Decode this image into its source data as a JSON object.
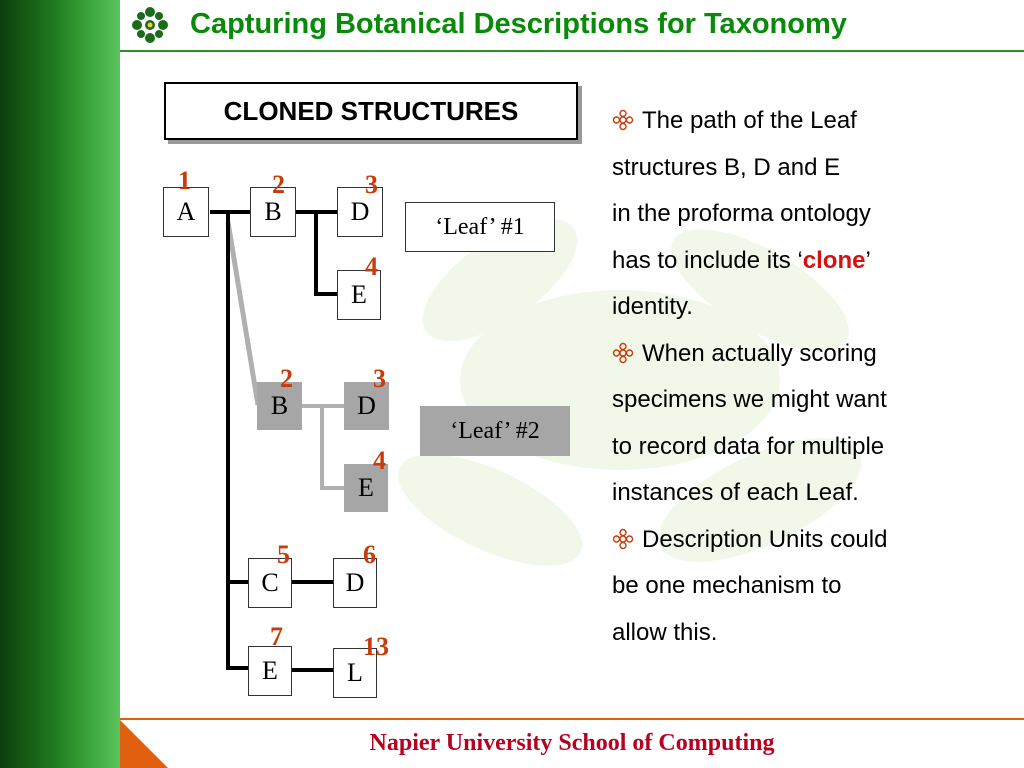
{
  "slide": {
    "title": "Capturing Botanical Descriptions for Taxonomy",
    "footer": "Napier University School of Computing",
    "logo_icon": "flower-emblem-icon",
    "accent_green": "#0a8a0a",
    "footer_red": "#b8001f",
    "number_color": "#c63c0c"
  },
  "heading": "CLONED STRUCTURES",
  "tree": {
    "nodes": {
      "a": "A",
      "b1": "B",
      "d1": "D",
      "e1": "E",
      "b2": "B",
      "d2": "D",
      "e2": "E",
      "c": "C",
      "d3": "D",
      "e3": "E",
      "l": "L"
    },
    "numbers": {
      "n_a": "1",
      "n_b1": "2",
      "n_d1": "3",
      "n_e1": "4",
      "n_b2": "2",
      "n_d2": "3",
      "n_e2": "4",
      "n_c": "5",
      "n_d3": "6",
      "n_e3": "7",
      "n_l": "13"
    },
    "leaf1": "‘Leaf’ #1",
    "leaf2": "‘Leaf’ #2"
  },
  "bullets": {
    "b1": {
      "l1": "The path of the Leaf",
      "l2": "structures B, D and E",
      "l3": "in the proforma ontology",
      "l4_pre": "has to include its ‘",
      "l4_em": "clone",
      "l4_post": "’",
      "l5": "identity."
    },
    "b2": {
      "l1": "When actually scoring",
      "l2": "specimens we  might want",
      "l3": "to record data for multiple",
      "l4": "instances of each Leaf."
    },
    "b3": {
      "l1": "Description Units could",
      "l2": "be one mechanism to",
      "l3": "allow this."
    },
    "bullet_icon": "flower-bullet-icon"
  }
}
